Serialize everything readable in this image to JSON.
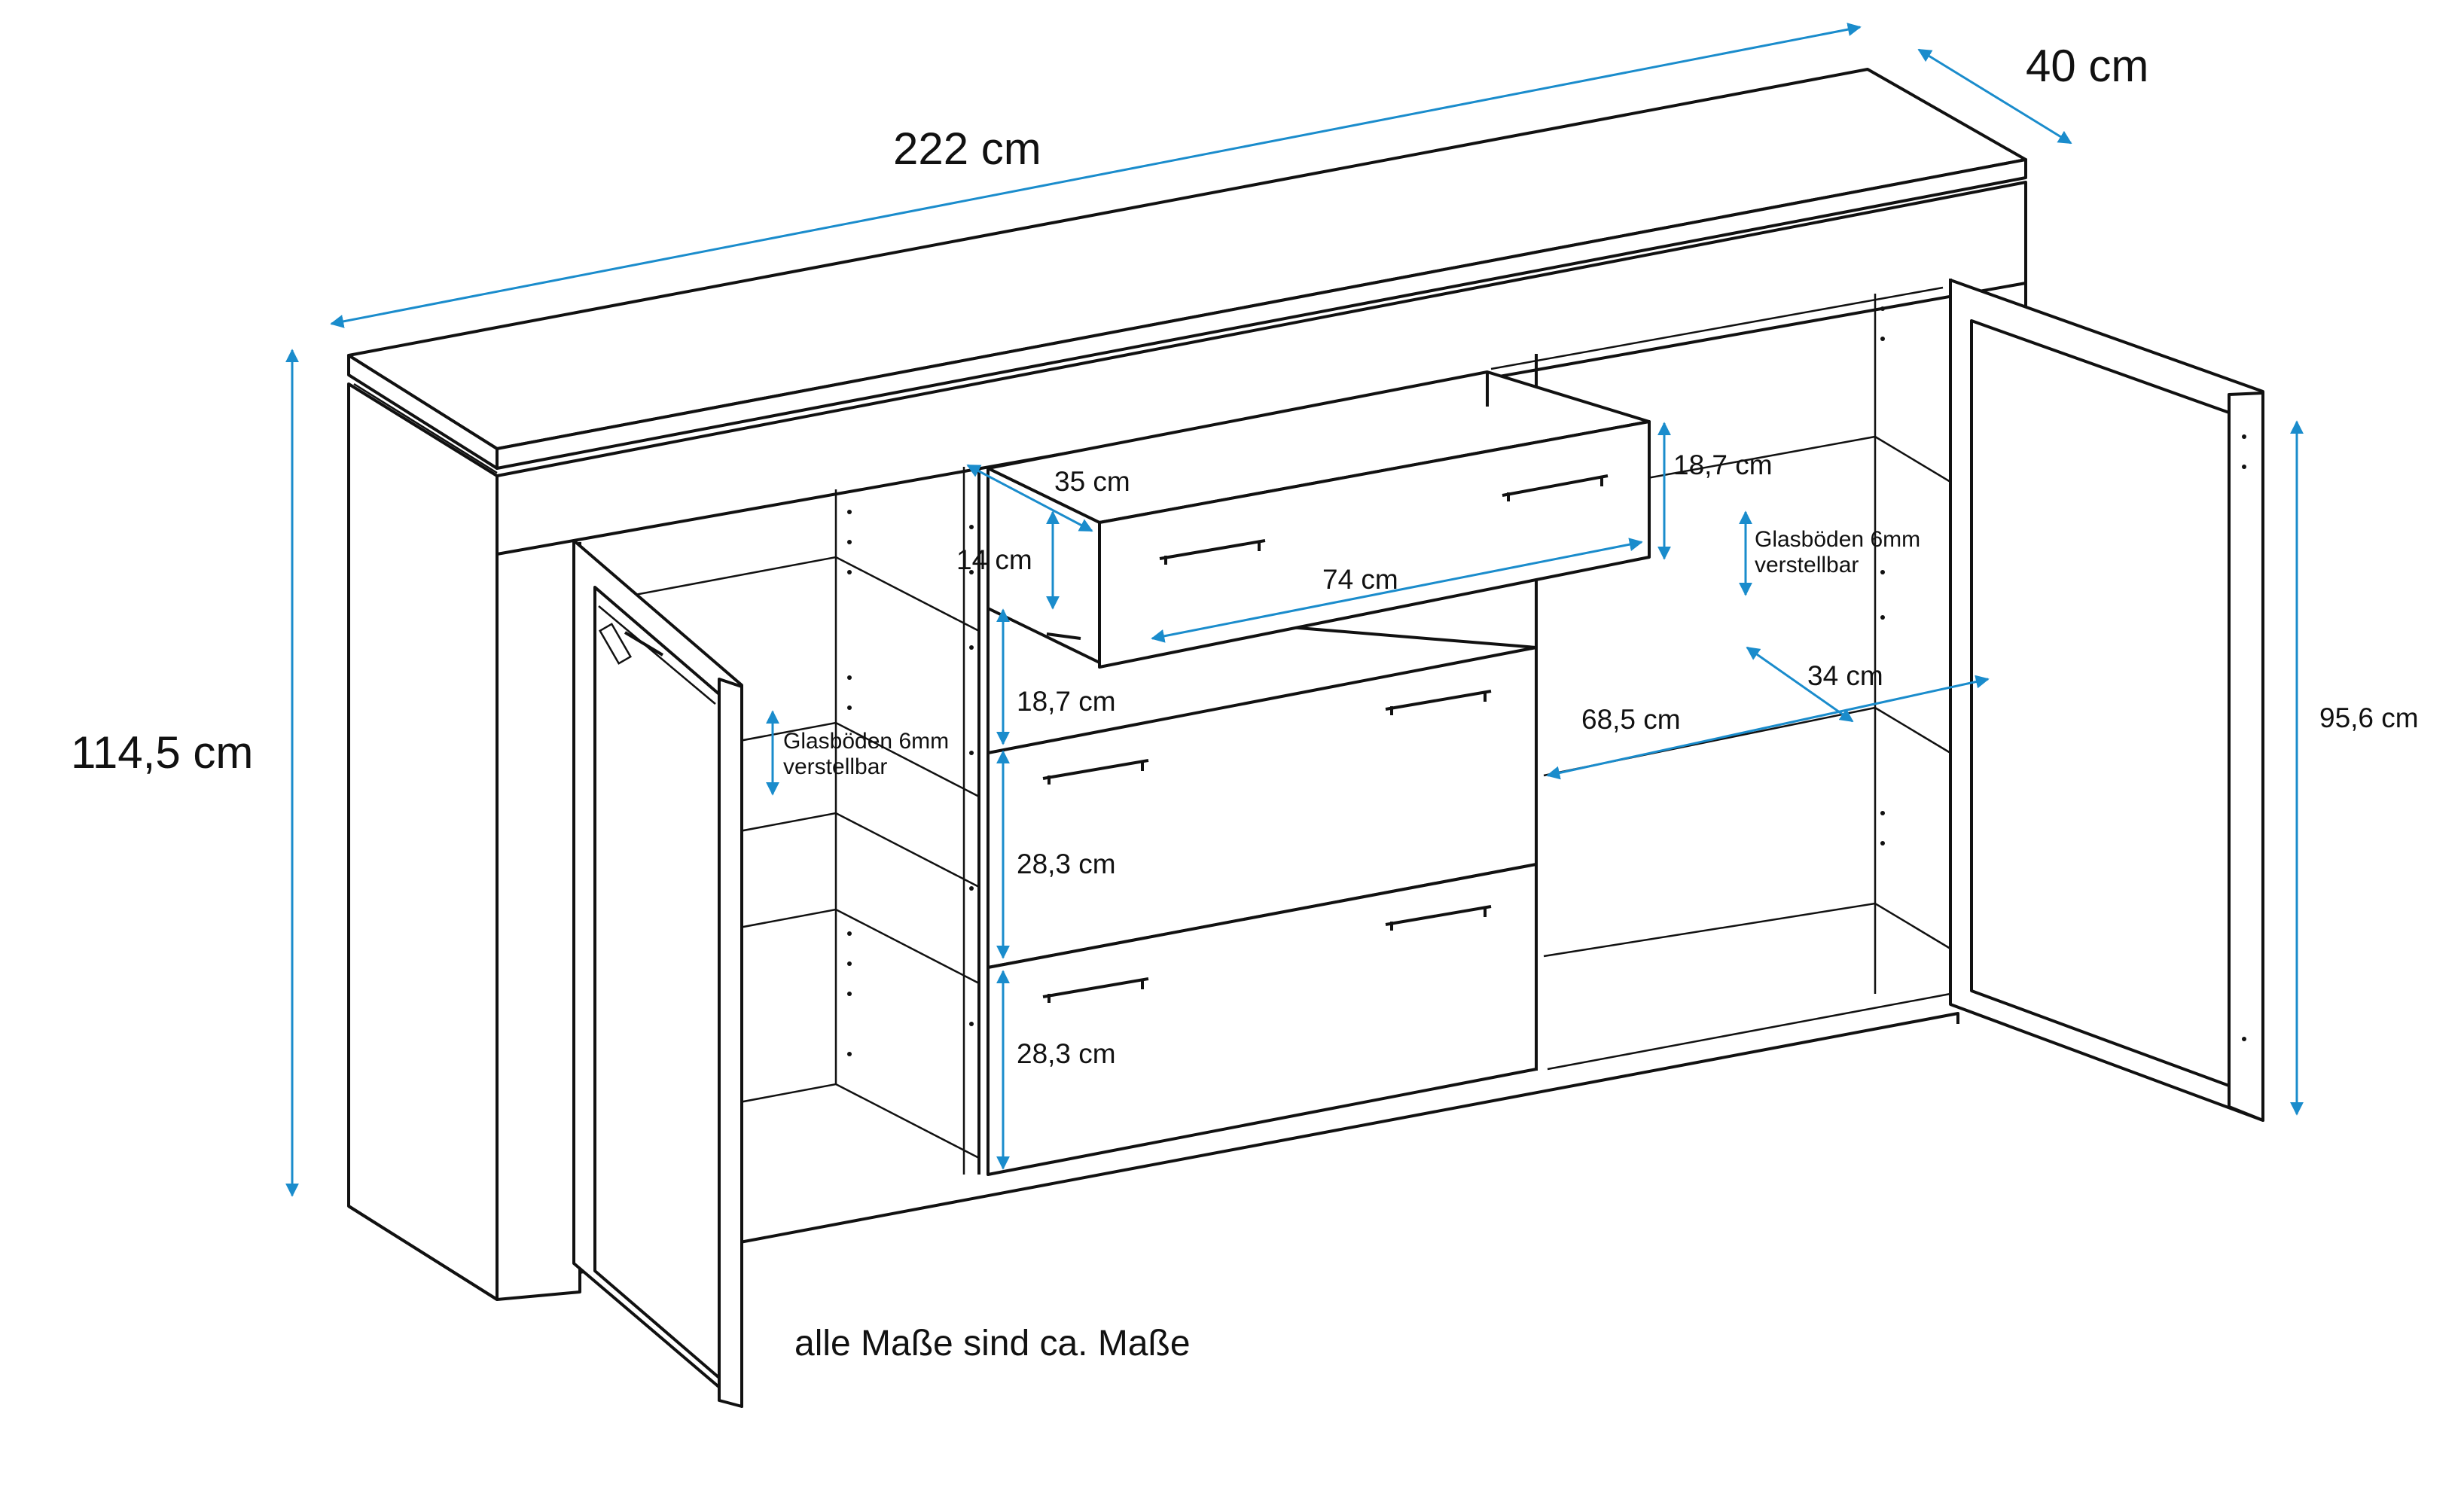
{
  "colors": {
    "dimension_line": "#1a8ccc",
    "outline": "#111111",
    "background": "#ffffff"
  },
  "dimensions": {
    "width": "222 cm",
    "depth": "40 cm",
    "height": "114,5 cm",
    "door_height": "95,6 cm",
    "drawer_depth": "35 cm",
    "drawer_inner_height": "14 cm",
    "drawer_width": "74 cm",
    "top_drawer_height_right": "18,7 cm",
    "top_drawer_height_left": "18,7 cm",
    "middle_drawer_height": "28,3 cm",
    "bottom_drawer_height": "28,3 cm",
    "right_shelf_width": "68,5 cm",
    "right_shelf_depth": "34 cm"
  },
  "shelf_notes": {
    "left": {
      "line1": "Glasböden 6mm",
      "line2": "verstellbar"
    },
    "right": {
      "line1": "Glasböden 6mm",
      "line2": "verstellbar"
    }
  },
  "footnote": "alle Maße sind ca. Maße"
}
